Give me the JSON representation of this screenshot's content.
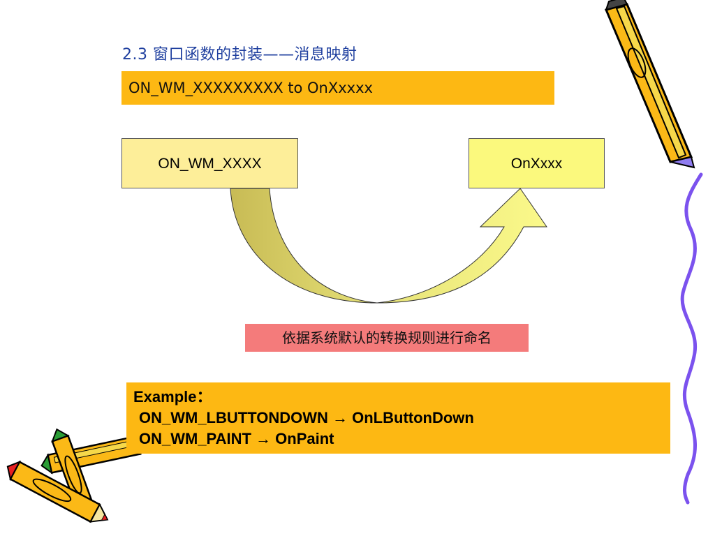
{
  "slide": {
    "title": "2.3 窗口函数的封装——消息映射",
    "subtitle": "ON_WM_XXXXXXXXX to OnXxxxx",
    "diagram": {
      "source_label": "ON_WM_XXXX",
      "target_label": "OnXxxx",
      "rule_label": "依据系统默认的转换规则进行命名"
    },
    "example": {
      "heading": "Example：",
      "lines": [
        "ON_WM_LBUTTONDOWN → OnLButtonDown",
        "ON_WM_PAINT →  OnPaint"
      ]
    }
  },
  "decorations": {
    "top_right_icon": "pencil-icon",
    "bottom_left_icon": "pencils-icon",
    "right_border": "squiggle-line-icon"
  }
}
